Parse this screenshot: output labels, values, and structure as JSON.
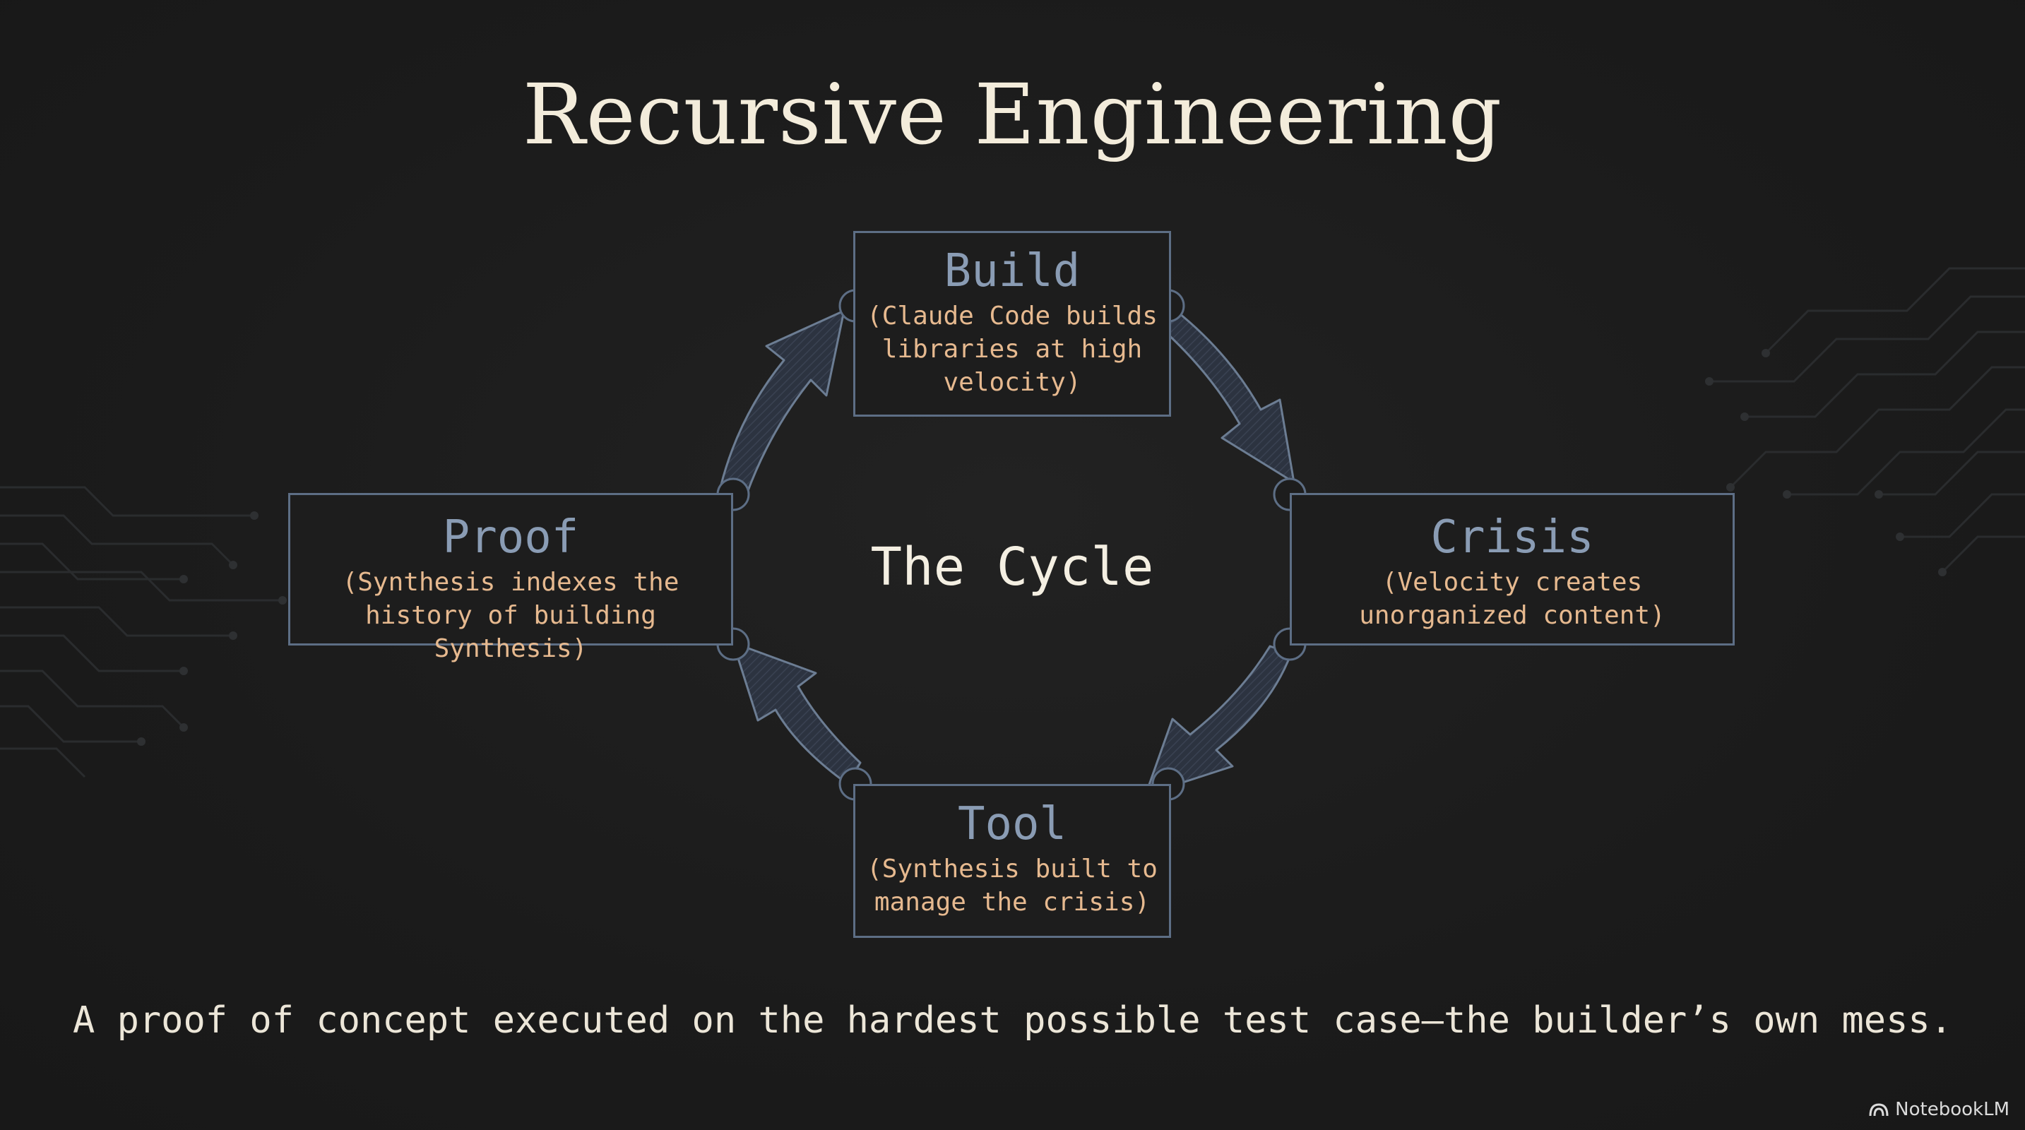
{
  "title": "Recursive Engineering",
  "center_label": "The Cycle",
  "nodes": {
    "build": {
      "title": "Build",
      "description": "(Claude Code builds\nlibraries at high\nvelocity)"
    },
    "crisis": {
      "title": "Crisis",
      "description": "(Velocity creates\nunorganized content)"
    },
    "tool": {
      "title": "Tool",
      "description": "(Synthesis built to\nmanage the crisis)"
    },
    "proof": {
      "title": "Proof",
      "description": "(Synthesis indexes the\nhistory of building Synthesis)"
    }
  },
  "subtitle": "A proof of concept executed on the hardest possible test case—the builder’s own mess.",
  "brand": "NotebookLM",
  "colors": {
    "background": "#1b1b1b",
    "title": "#f3ecdb",
    "node_border": "#5d6e85",
    "node_title": "#8a9cb4",
    "node_description": "#e6b98f",
    "arrow_fill": "#2c3340",
    "arrow_stroke": "#6c7d93"
  }
}
